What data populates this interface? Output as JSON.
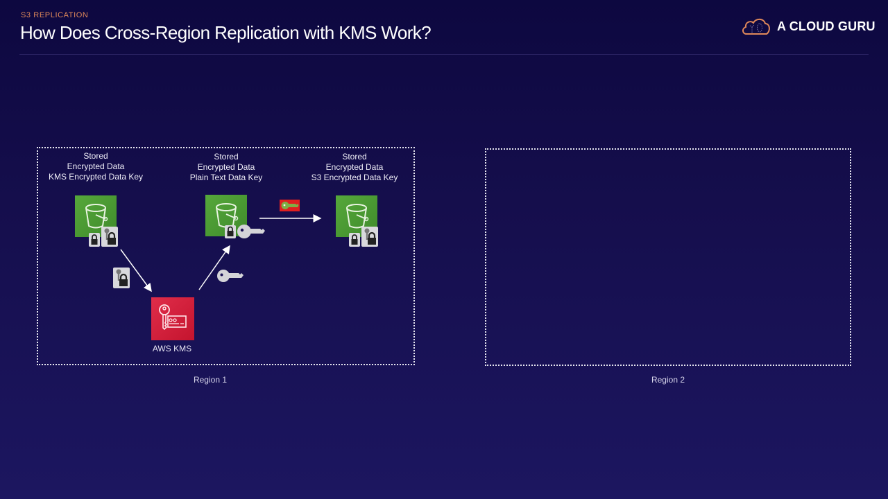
{
  "header": {
    "eyebrow": "S3 REPLICATION",
    "title": "How Does Cross-Region Replication with KMS Work?"
  },
  "brand": {
    "name": "A CLOUD GURU",
    "logo_icon": "cloud-logo-icon",
    "accent_color": "#e0895a"
  },
  "regions": [
    {
      "label": "Region 1"
    },
    {
      "label": "Region 2"
    }
  ],
  "buckets": [
    {
      "lines": [
        "Stored",
        "Encrypted Data",
        "KMS Encrypted Data Key"
      ],
      "icon": "s3-bucket-icon",
      "badges": [
        "locked-data-icon",
        "encrypted-key-icon"
      ]
    },
    {
      "lines": [
        "Stored",
        "Encrypted Data",
        "Plain Text Data Key"
      ],
      "icon": "s3-bucket-icon",
      "badges": [
        "locked-data-icon",
        "plain-key-icon"
      ]
    },
    {
      "lines": [
        "Stored",
        "Encrypted Data",
        "S3 Encrypted Data Key"
      ],
      "icon": "s3-bucket-icon",
      "badges": [
        "locked-data-icon",
        "encrypted-key-icon"
      ]
    }
  ],
  "kms": {
    "label": "AWS KMS",
    "icon": "kms-key-icon",
    "color": "#d41f3a"
  },
  "colors": {
    "s3_green": "#4c9a35",
    "kms_red": "#d41f3a",
    "s3_key_badge": "#e02020",
    "s3_key_green": "#7fae45"
  }
}
